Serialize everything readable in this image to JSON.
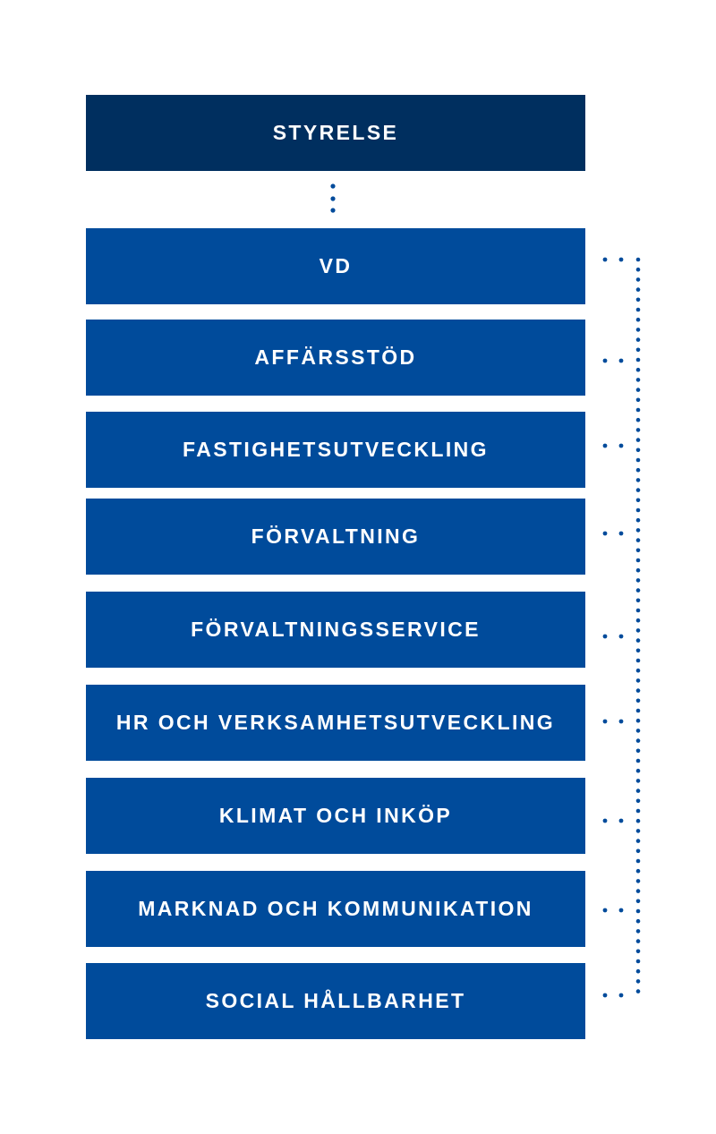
{
  "org_chart": {
    "board": {
      "label": "STYRELSE"
    },
    "units": [
      {
        "label": "VD"
      },
      {
        "label": "AFFÄRSSTÖD"
      },
      {
        "label": "FASTIGHETSUTVECKLING"
      },
      {
        "label": "FÖRVALTNING"
      },
      {
        "label": "FÖRVALTNINGSSERVICE"
      },
      {
        "label": "HR OCH VERKSAMHETSUTVECKLING"
      },
      {
        "label": "KLIMAT OCH INKÖP"
      },
      {
        "label": "MARKNAD OCH KOMMUNIKATION"
      },
      {
        "label": "SOCIAL HÅLLBARHET"
      }
    ]
  },
  "colors": {
    "board_fill": "#002f5f",
    "unit_fill": "#004b9b",
    "text": "#ffffff",
    "connector_dots": "#004b9b"
  }
}
